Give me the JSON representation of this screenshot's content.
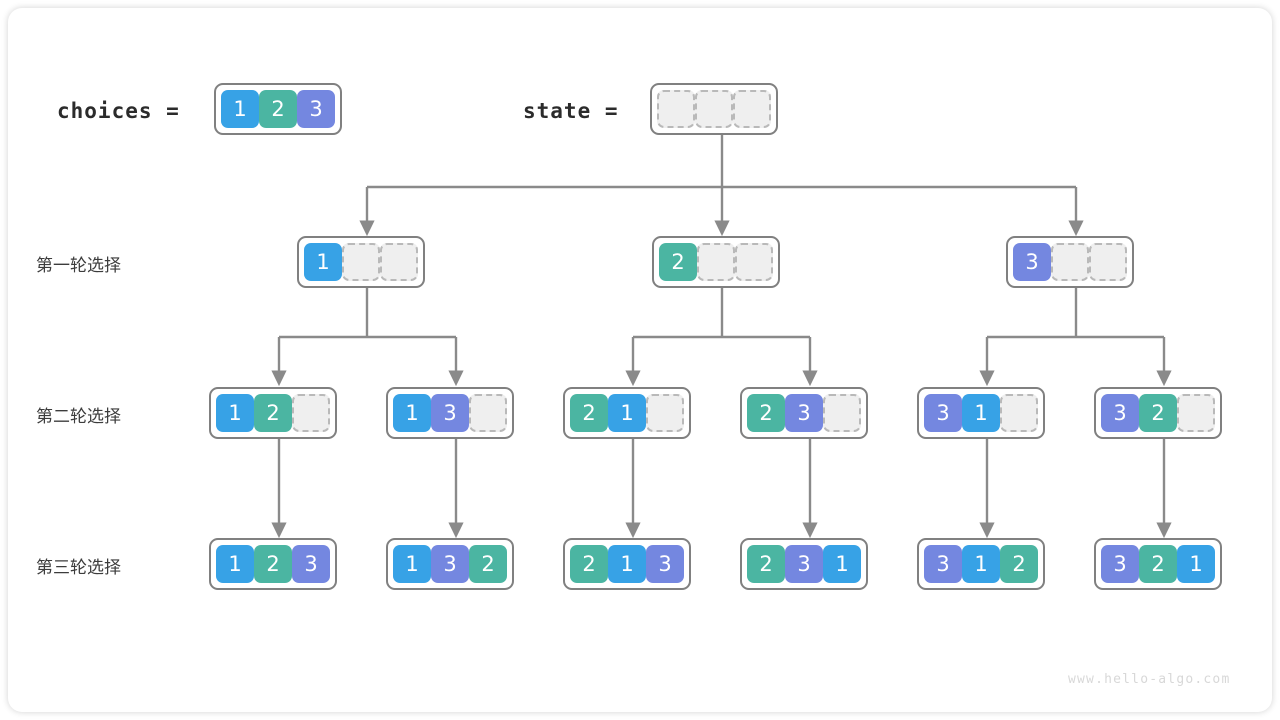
{
  "page": {
    "watermark": "www.hello-algo.com",
    "background": "#ffffff",
    "card_background": "#ffffff"
  },
  "palette": {
    "value_1": "#37a2e6",
    "value_2": "#4bb5a2",
    "value_3": "#7487e0",
    "empty_fill": "#efefef",
    "empty_border": "#b9b9b9",
    "array_border": "#808080",
    "edge": "#8a8a8a",
    "text": "#3c3c3c"
  },
  "header": {
    "choices_label": "choices =",
    "choices_values": [
      "1",
      "2",
      "3"
    ],
    "state_label": "state =",
    "state_values": [
      "",
      "",
      ""
    ]
  },
  "rows": [
    {
      "label": "第一轮选择",
      "nodes": [
        {
          "cells": [
            "1",
            "",
            ""
          ]
        },
        {
          "cells": [
            "2",
            "",
            ""
          ]
        },
        {
          "cells": [
            "3",
            "",
            ""
          ]
        }
      ]
    },
    {
      "label": "第二轮选择",
      "nodes": [
        {
          "cells": [
            "1",
            "2",
            ""
          ]
        },
        {
          "cells": [
            "1",
            "3",
            ""
          ]
        },
        {
          "cells": [
            "2",
            "1",
            ""
          ]
        },
        {
          "cells": [
            "2",
            "3",
            ""
          ]
        },
        {
          "cells": [
            "3",
            "1",
            ""
          ]
        },
        {
          "cells": [
            "3",
            "2",
            ""
          ]
        }
      ]
    },
    {
      "label": "第三轮选择",
      "nodes": [
        {
          "cells": [
            "1",
            "2",
            "3"
          ]
        },
        {
          "cells": [
            "1",
            "3",
            "2"
          ]
        },
        {
          "cells": [
            "2",
            "1",
            "3"
          ]
        },
        {
          "cells": [
            "2",
            "3",
            "1"
          ]
        },
        {
          "cells": [
            "3",
            "1",
            "2"
          ]
        },
        {
          "cells": [
            "3",
            "2",
            "1"
          ]
        }
      ]
    }
  ]
}
